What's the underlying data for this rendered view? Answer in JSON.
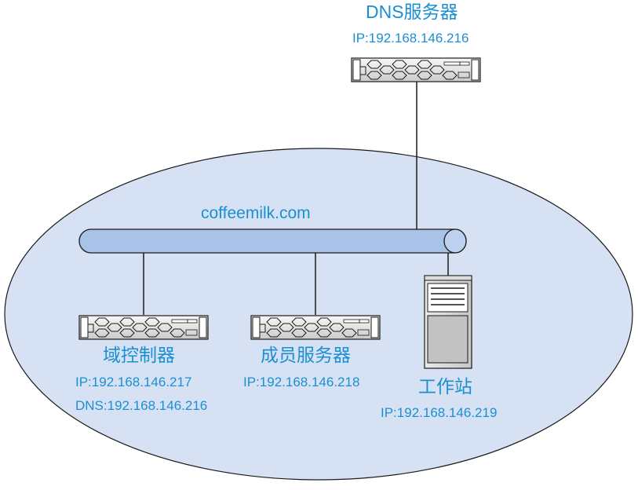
{
  "network": {
    "domain": "coffeemilk.com"
  },
  "dns_server": {
    "title": "DNS服务器",
    "ip": "IP:192.168.146.216"
  },
  "domain_controller": {
    "title": "域控制器",
    "ip": "IP:192.168.146.217",
    "dns": "DNS:192.168.146.216"
  },
  "member_server": {
    "title": "成员服务器",
    "ip": "IP:192.168.146.218"
  },
  "workstation": {
    "title": "工作站",
    "ip": "IP:192.168.146.219"
  },
  "colors": {
    "label": "#1b8fd2",
    "domain_fill": "#d6e2f3",
    "bus_fill": "#a9c3e8",
    "outline": "#1a1a1a"
  },
  "icons": {
    "server": "rack-server-icon",
    "workstation": "tower-workstation-icon"
  }
}
